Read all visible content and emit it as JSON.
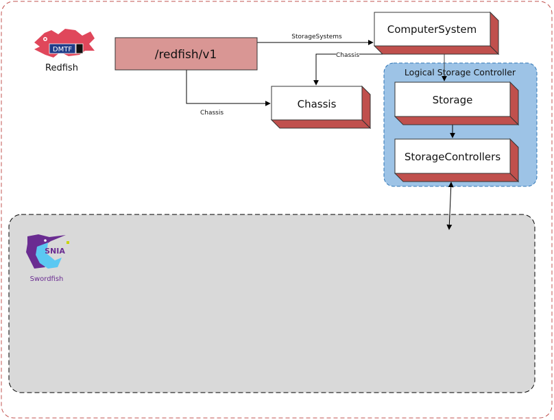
{
  "diagram": {
    "root": {
      "label": "/redfish/v1",
      "fill": "#D99694"
    },
    "nodes": {
      "computer_system": {
        "label": "ComputerSystem"
      },
      "chassis": {
        "label": "Chassis"
      },
      "storage": {
        "label": "Storage"
      },
      "storage_controllers": {
        "label": "StorageControllers"
      }
    },
    "groups": {
      "logical_storage_controller": {
        "label": "Logical Storage Controller",
        "fill": "#9DC3E6",
        "stroke": "#2E75B6"
      },
      "swordfish_region": {
        "fill": "#D9D9D9",
        "stroke": "#000000"
      },
      "outer_frame": {
        "stroke": "#C0504D"
      }
    },
    "edges": {
      "root_to_computer_system": {
        "label": "StorageSystems"
      },
      "computer_system_to_chassis": {
        "label": "Chassis"
      },
      "root_to_chassis": {
        "label": "Chassis"
      }
    },
    "logos": {
      "redfish": {
        "name": "Redfish",
        "badge": "DMTF",
        "color": "#E0475B"
      },
      "swordfish": {
        "name": "Swordfish",
        "badge": "SNIA",
        "color": "#6A2C91",
        "accent": "#5BC8F2"
      }
    },
    "colors": {
      "box_face": "#FFFFFF",
      "box_depth": "#C0504D",
      "connector": "#000000"
    }
  }
}
